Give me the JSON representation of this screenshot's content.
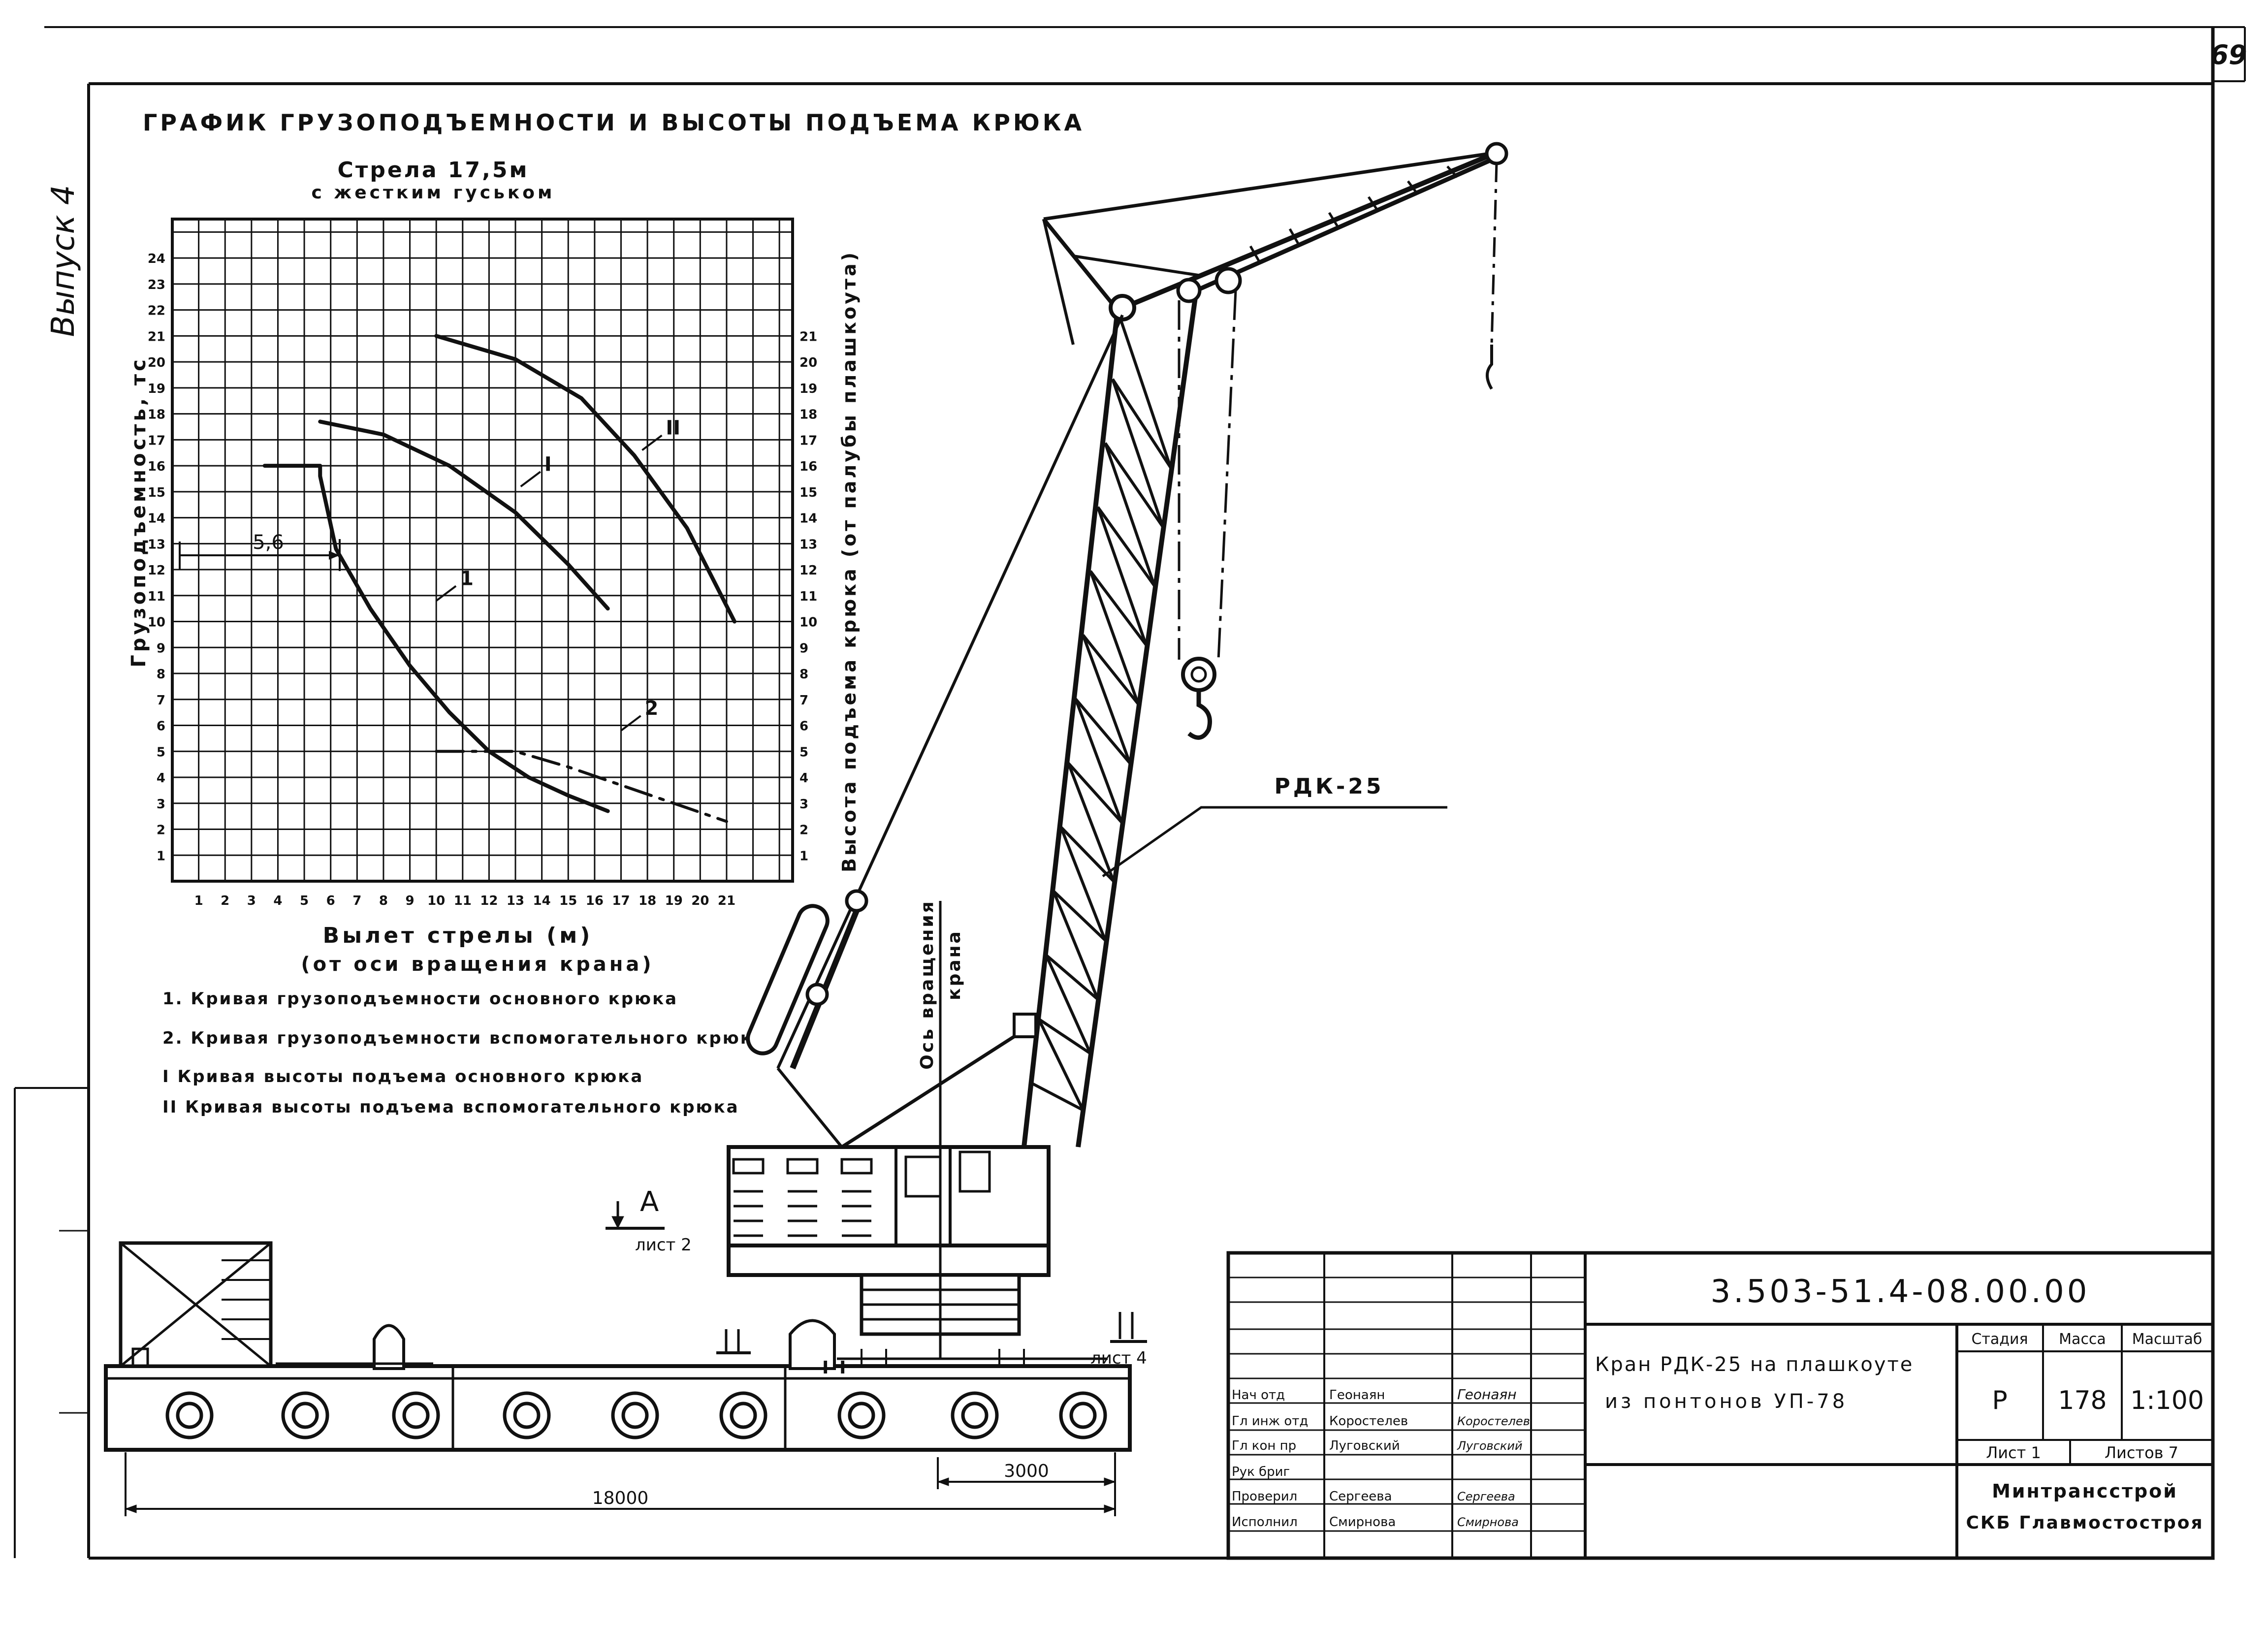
{
  "sheet": {
    "page_number": "69",
    "side_label": "Выпуск 4",
    "ink": "#111111",
    "paper": "#ffffff"
  },
  "graph": {
    "title": "ГРАФИК ГРУЗОПОДЪЕМНОСТИ И ВЫСОТЫ ПОДЪЕМА КРЮКА",
    "subtitle_1": "Стрела 17,5м",
    "subtitle_2": "с жестким гуськом",
    "dimension_label": "5,6",
    "xlabel_1": "Вылет стрелы (м)",
    "xlabel_2": "(от оси вращения крана)",
    "ylabel_left": "Грузоподъемность, тс",
    "ylabel_right": "Высота подъема крюка (от палубы плашкоута)"
  },
  "chart_data": {
    "type": "line",
    "x_ticks": [
      1,
      2,
      3,
      4,
      5,
      6,
      7,
      8,
      9,
      10,
      11,
      12,
      13,
      14,
      15,
      16,
      17,
      18,
      19,
      20,
      21
    ],
    "y_ticks_left": [
      1,
      2,
      3,
      4,
      5,
      6,
      7,
      8,
      9,
      10,
      11,
      12,
      13,
      14,
      15,
      16,
      17,
      18,
      19,
      20,
      21,
      22,
      23,
      24
    ],
    "y_ticks_right": [
      1,
      2,
      3,
      4,
      5,
      6,
      7,
      8,
      9,
      10,
      11,
      12,
      13,
      14,
      15,
      16,
      17,
      18,
      19,
      20,
      21
    ],
    "xlim": [
      0,
      23.5
    ],
    "ylim": [
      0,
      25.5
    ],
    "grid": true,
    "series": [
      {
        "name": "1",
        "style": "solid",
        "x": [
          3.5,
          5.6,
          5.6,
          6.2,
          7.5,
          9,
          10.5,
          12,
          13.5,
          15,
          16.5
        ],
        "y": [
          16,
          16,
          15.6,
          12.8,
          10.5,
          8.3,
          6.5,
          5.0,
          4.0,
          3.3,
          2.7
        ],
        "label_at": [
          10.0,
          10.8
        ]
      },
      {
        "name": "2",
        "style": "dashdot",
        "x": [
          10,
          13,
          15,
          17,
          19,
          21
        ],
        "y": [
          5,
          5,
          4.4,
          3.7,
          3.0,
          2.3
        ],
        "label_at": [
          17.0,
          5.8
        ]
      },
      {
        "name": "I",
        "style": "solid",
        "x": [
          5.6,
          8,
          10.5,
          13,
          15,
          16.5
        ],
        "y": [
          17.7,
          17.2,
          16.0,
          14.2,
          12.2,
          10.5
        ],
        "label_at": [
          13.2,
          15.2
        ]
      },
      {
        "name": "II",
        "style": "solid",
        "x": [
          10,
          13,
          15.5,
          17.5,
          19.5,
          21.3
        ],
        "y": [
          21,
          20.1,
          18.6,
          16.4,
          13.6,
          10.0
        ],
        "label_at": [
          17.8,
          16.6
        ]
      }
    ]
  },
  "legend": [
    "1. Кривая грузоподъемности основного крюка",
    "2. Кривая грузоподъемности вспомогательного крюка",
    "I Кривая высоты подъема основного крюка",
    "II Кривая высоты подъема вспомогательного крюка"
  ],
  "crane": {
    "model_label": "РДК-25",
    "axis_label_1": "Ось вращения",
    "axis_label_2": "крана"
  },
  "section": {
    "letter": "A",
    "sheet_ref": "лист 2",
    "mark_a": "I",
    "mark_b": "I",
    "sheet_ref_right": "лист 4"
  },
  "dimensions": {
    "overall": "18000",
    "partial": "3000"
  },
  "title_block": {
    "doc_code": "3.503-51.4-08.00.00",
    "name_line1": "Кран РДК-25 на плашкоуте",
    "name_line2": "из понтонов УП-78",
    "stage_head": "Стадия",
    "mass_head": "Масса",
    "scale_head": "Масштаб",
    "stage": "Р",
    "mass": "178",
    "scale": "1:100",
    "sheet": "Лист 1",
    "sheets": "Листов 7",
    "org_1": "Минтрансстрой",
    "org_2": "СКБ Главмостостроя",
    "roles": [
      "Нач отд",
      "Гл инж отд",
      "Гл кон пр",
      "Рук бриг",
      "Проверил",
      "Исполнил"
    ],
    "names": [
      "Геонаян",
      "Коростелев",
      "Луговский",
      "",
      "Сергеева",
      "Смирнова"
    ],
    "signatures": [
      "Геонаян",
      "Коростелев",
      "Луговский",
      "",
      "Сергеева",
      "Смирнова"
    ]
  }
}
